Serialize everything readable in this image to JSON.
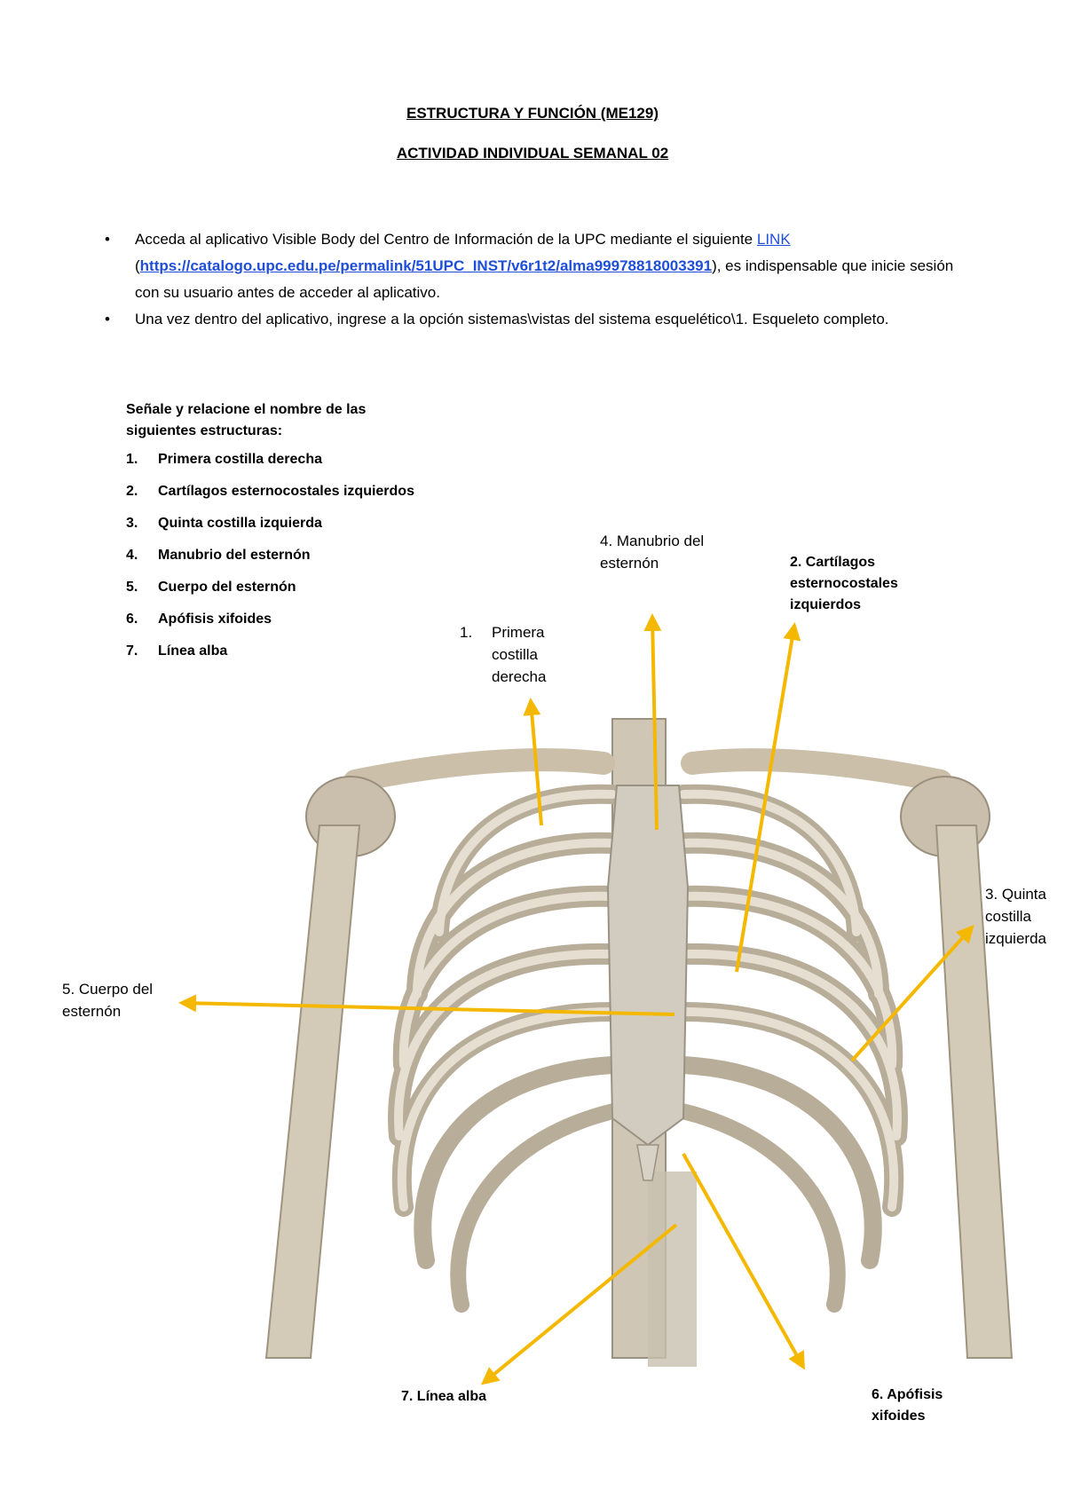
{
  "header": {
    "course_title": "ESTRUCTURA Y FUNCIÓN (ME129)",
    "activity_title": "ACTIVIDAD INDIVIDUAL SEMANAL 02"
  },
  "instructions": {
    "b1_text1": "Acceda al aplicativo Visible Body del Centro de Información de la UPC mediante el siguiente ",
    "b1_link_label": "LINK",
    "b1_open_paren": "(",
    "b1_url": "https://catalogo.upc.edu.pe/permalink/51UPC_INST/v6r1t2/alma99978818003391",
    "b1_text2": "), es indispensable que inicie sesión con su usuario antes de acceder al aplicativo.",
    "b2_text": "Una vez dentro del aplicativo, ingrese a la opción sistemas\\vistas del sistema esquelético\\1. Esqueleto completo."
  },
  "task": {
    "intro": "Señale y relacione el nombre de las siguientes estructuras:",
    "items": [
      {
        "num": "1.",
        "text": "Primera costilla derecha"
      },
      {
        "num": "2.",
        "text": "Cartílagos esternocostales izquierdos"
      },
      {
        "num": "3.",
        "text": "Quinta costilla izquierda"
      },
      {
        "num": "4.",
        "text": "Manubrio del esternón"
      },
      {
        "num": "5.",
        "text": "Cuerpo del esternón"
      },
      {
        "num": "6.",
        "text": "Apófisis xifoides"
      },
      {
        "num": "7.",
        "text": "Línea alba"
      }
    ]
  },
  "figure_labels": {
    "l1_num": "1.",
    "l1_text": "Primera costilla derecha",
    "l2": "2. Cartílagos esternocostales izquierdos",
    "l3": "3. Quinta costilla izquierda",
    "l4": "4. Manubrio del esternón",
    "l5": "5. Cuerpo del esternón",
    "l6": "6. Apófisis xifoides",
    "l7": "7. Línea alba"
  },
  "colors": {
    "arrow": "#f5b800",
    "bone": "#d8cfbf",
    "bone_shadow": "#a89d8a",
    "link": "#1f4ed8"
  }
}
